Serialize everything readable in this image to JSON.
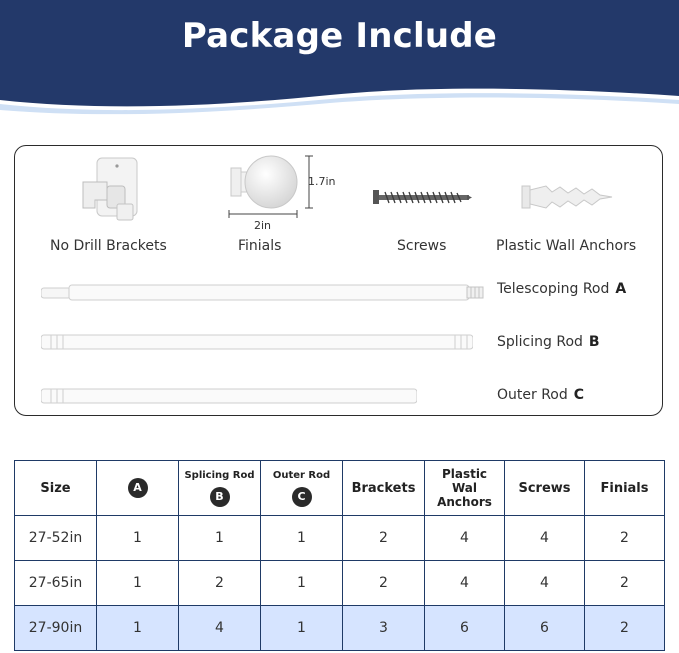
{
  "header": {
    "title": "Package Include"
  },
  "items": [
    {
      "label": "No Drill Brackets"
    },
    {
      "label": "Finials"
    },
    {
      "label": "Screws"
    },
    {
      "label": "Plastic Wall Anchors"
    }
  ],
  "finial_dims": {
    "height": "1.7in",
    "width": "2in"
  },
  "rods": [
    {
      "label": "Telescoping Rod",
      "letter": "A"
    },
    {
      "label": "Splicing Rod",
      "letter": "B"
    },
    {
      "label": "Outer Rod",
      "letter": "C"
    }
  ],
  "table": {
    "headers": {
      "size": "Size",
      "a": "A",
      "splicing_label": "Splicing Rod",
      "b": "B",
      "outer_label": "Outer Rod",
      "c": "C",
      "brackets": "Brackets",
      "anchors": "Plastic Wal Anchors",
      "screws": "Screws",
      "finials": "Finials"
    },
    "rows": [
      [
        "27-52in",
        "1",
        "1",
        "1",
        "2",
        "4",
        "4",
        "2"
      ],
      [
        "27-65in",
        "1",
        "2",
        "1",
        "2",
        "4",
        "4",
        "2"
      ],
      [
        "27-90in",
        "1",
        "4",
        "1",
        "3",
        "6",
        "6",
        "2"
      ]
    ]
  },
  "colors": {
    "header_navy": "#23396a",
    "header_wave_light": "#cfe0f5",
    "table_border": "#1f3a66",
    "highlight_row": "#d6e4ff"
  }
}
